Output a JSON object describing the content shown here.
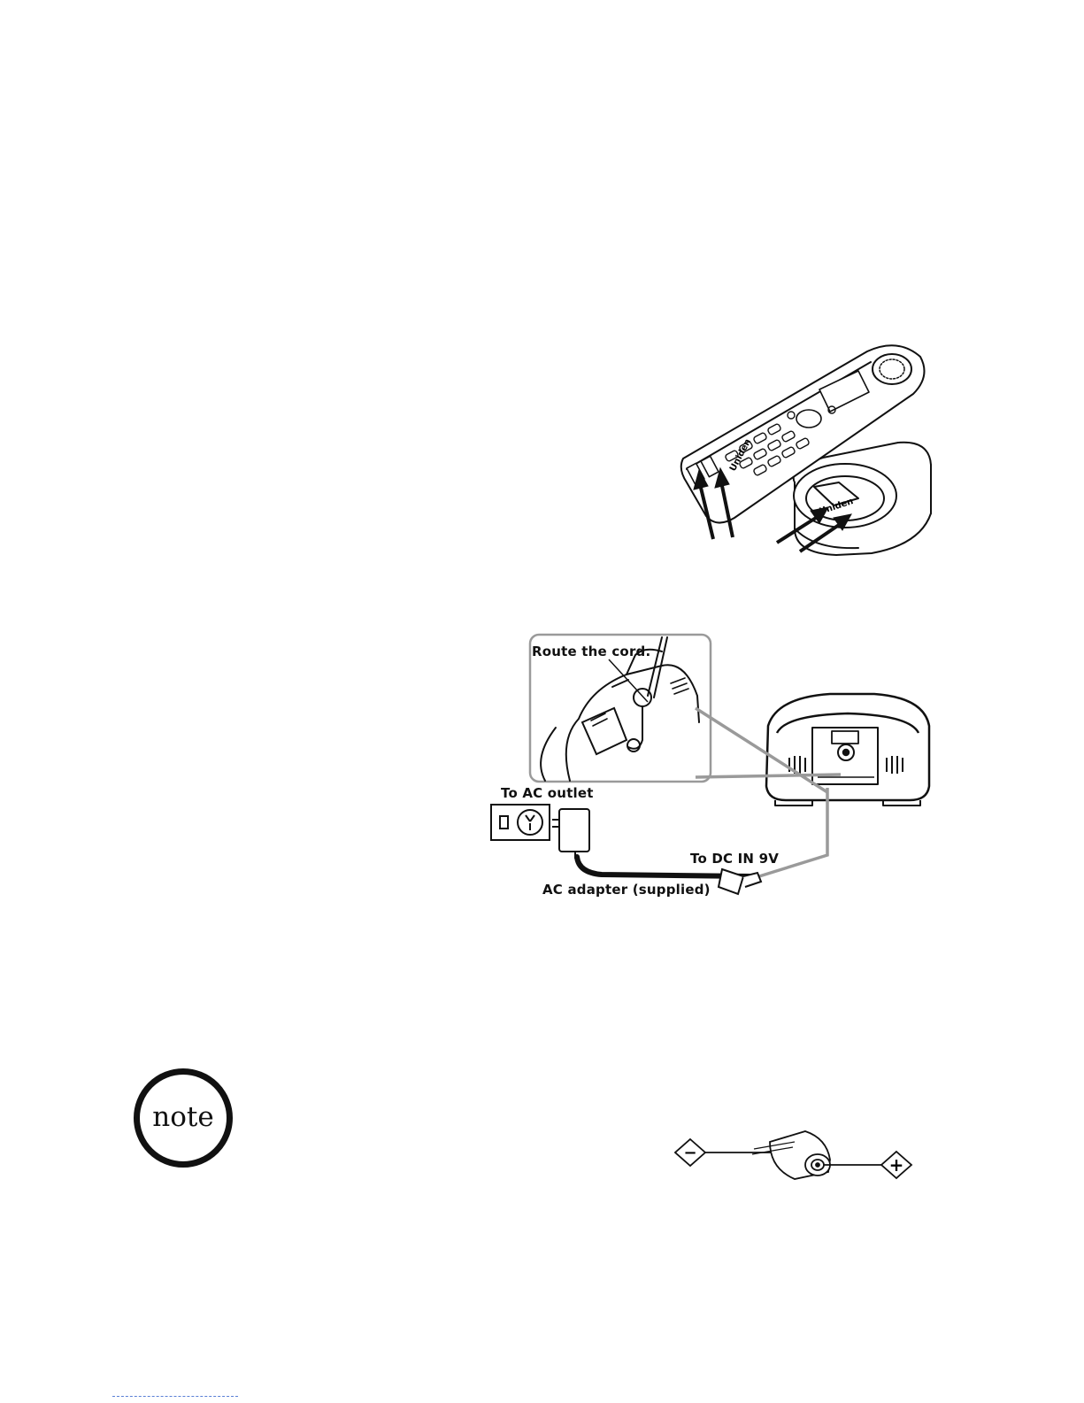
{
  "figure_charging": {
    "brand_mark": "Uniden"
  },
  "figure_connection": {
    "callout_label": "Route the cord.",
    "outlet_label": "To AC outlet",
    "dc_in_label": "To DC IN 9V",
    "adapter_label": "AC adapter (supplied)"
  },
  "note_badge": {
    "text": "note"
  },
  "figure_polarity": {
    "negative_symbol": "−",
    "positive_symbol": "+"
  },
  "colors": {
    "ink": "#111111",
    "connector_gray": "#9a9a9a",
    "rule_blue": "#5a7fd6"
  }
}
